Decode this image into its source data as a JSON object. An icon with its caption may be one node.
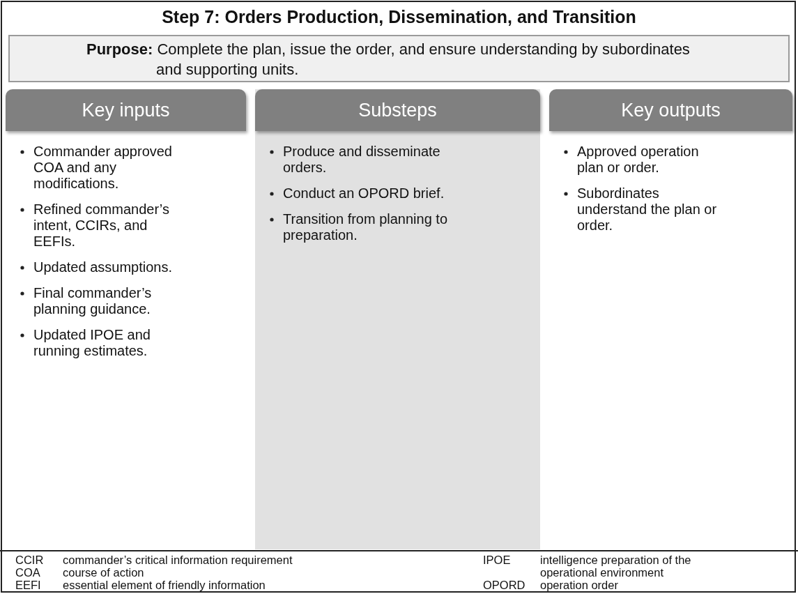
{
  "diagram": {
    "title": "Step 7: Orders Production, Dissemination, and Transition",
    "nodes": [
      {
        "text": [
          "**Purpose:** Complete the plan, issue the order, and ensure understanding by subordinates and supporting units."
        ]
      },
      {
        "text": [
          "Key inputs",
          "Commander approved COA and any modifications.",
          "Refined commander’s intent, CCIRs, and EEFIs.",
          "Updated assumptions.",
          "Final commander’s planning guidance.",
          "Updated IPOE and running estimates."
        ]
      },
      {
        "text": [
          "Substeps",
          "Produce and disseminate orders.",
          "Conduct an OPORD brief.",
          "Transition from planning to preparation."
        ]
      },
      {
        "text": [
          "Key outputs",
          "Approved operation plan or order.",
          "Subordinates understand the plan or order."
        ]
      }
    ],
    "edges": [],
    "labels": [
      "CCIR",
      "commander’s critical information requirement",
      "IPOE",
      "intelligence preparation of the operational environment",
      "COA",
      "course of action",
      "EEFI",
      "essential element of friendly information",
      "OPORD",
      "operation order"
    ]
  }
}
